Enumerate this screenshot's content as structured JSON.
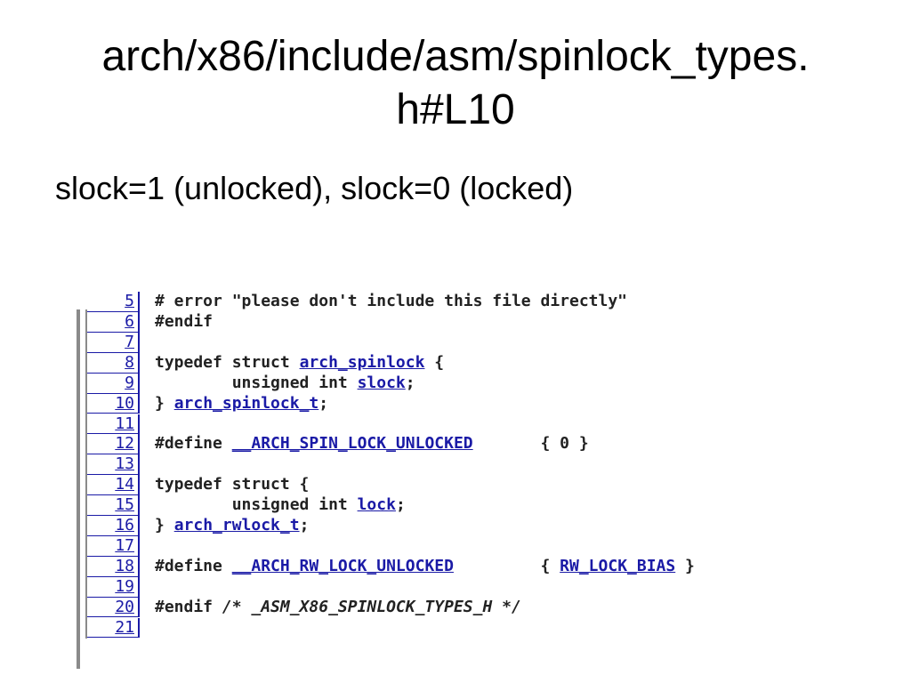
{
  "slide": {
    "title_line1": "arch/x86/include/asm/spinlock_types.",
    "title_line2": "h#L10",
    "subtitle": "slock=1 (unlocked), slock=0 (locked)"
  },
  "code": {
    "partial_line": {
      "number": "5",
      "text": "# error \"please don't include this file directly\""
    },
    "lines": [
      {
        "n": "6",
        "parts": [
          {
            "t": "#endif"
          }
        ]
      },
      {
        "n": "7",
        "parts": []
      },
      {
        "n": "8",
        "parts": [
          {
            "t": "typedef struct "
          },
          {
            "t": "arch_spinlock",
            "link": true
          },
          {
            "t": " {"
          }
        ]
      },
      {
        "n": "9",
        "parts": [
          {
            "t": "        unsigned int "
          },
          {
            "t": "slock",
            "link": true
          },
          {
            "t": ";"
          }
        ]
      },
      {
        "n": "10",
        "parts": [
          {
            "t": "} "
          },
          {
            "t": "arch_spinlock_t",
            "link": true
          },
          {
            "t": ";"
          }
        ]
      },
      {
        "n": "11",
        "parts": []
      },
      {
        "n": "12",
        "parts": [
          {
            "t": "#define "
          },
          {
            "t": "__ARCH_SPIN_LOCK_UNLOCKED",
            "link": true
          },
          {
            "t": "       { 0 }"
          }
        ]
      },
      {
        "n": "13",
        "parts": []
      },
      {
        "n": "14",
        "parts": [
          {
            "t": "typedef struct {"
          }
        ]
      },
      {
        "n": "15",
        "parts": [
          {
            "t": "        unsigned int "
          },
          {
            "t": "lock",
            "link": true
          },
          {
            "t": ";"
          }
        ]
      },
      {
        "n": "16",
        "parts": [
          {
            "t": "} "
          },
          {
            "t": "arch_rwlock_t",
            "link": true
          },
          {
            "t": ";"
          }
        ]
      },
      {
        "n": "17",
        "parts": []
      },
      {
        "n": "18",
        "parts": [
          {
            "t": "#define "
          },
          {
            "t": "__ARCH_RW_LOCK_UNLOCKED",
            "link": true
          },
          {
            "t": "         { "
          },
          {
            "t": "RW_LOCK_BIAS",
            "link": true
          },
          {
            "t": " }"
          }
        ]
      },
      {
        "n": "19",
        "parts": []
      },
      {
        "n": "20",
        "parts": [
          {
            "t": "#endif "
          },
          {
            "t": "/* _ASM_X86_SPINLOCK_TYPES_H */",
            "comment": true
          }
        ]
      },
      {
        "n": "21",
        "parts": []
      }
    ]
  }
}
